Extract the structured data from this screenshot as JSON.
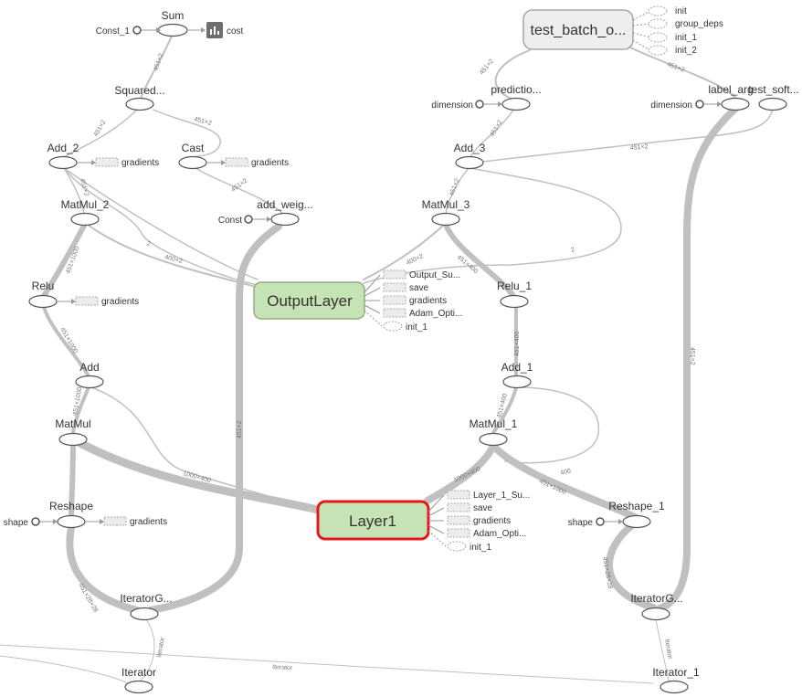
{
  "nodes": {
    "sum": "Sum",
    "const_1": "Const_1",
    "cost": "cost",
    "squared": "Squared...",
    "add_2": "Add_2",
    "cast": "Cast",
    "matmul_2": "MatMul_2",
    "add_weig": "add_weig...",
    "const": "Const",
    "relu": "Relu",
    "add": "Add",
    "matmul": "MatMul",
    "reshape": "Reshape",
    "shape_left": "shape",
    "iterator_g_left": "IteratorG...",
    "iterator": "Iterator",
    "test_batch": "test_batch_o...",
    "predictio": "predictio...",
    "dimension_1": "dimension",
    "label_arg": "label_arg",
    "test_soft": "test_soft...",
    "dimension_2": "dimension",
    "add_3": "Add_3",
    "matmul_3": "MatMul_3",
    "relu_1": "Relu_1",
    "add_1": "Add_1",
    "matmul_1": "MatMul_1",
    "reshape_1": "Reshape_1",
    "shape_right": "shape",
    "iterator_g_right": "IteratorG...",
    "iterator_1": "Iterator_1",
    "output_layer": "OutputLayer",
    "layer1": "Layer1"
  },
  "aux": {
    "gradients": "gradients",
    "test_batch_deps": [
      "init",
      "group_deps",
      "init_1",
      "init_2"
    ],
    "output_layer_deps": [
      "Output_Su...",
      "save",
      "gradients",
      "Adam_Opti...",
      "init_1"
    ],
    "layer1_deps": [
      "Layer_1_Su...",
      "save",
      "gradients",
      "Adam_Opti...",
      "init_1"
    ]
  },
  "edge_labels": {
    "sum_in": "451×2",
    "squared_add2": "451×2",
    "squared_cast": "451×2",
    "add2_matmul2": "451×2",
    "cast_addweig": "451×2",
    "matmul2_relu": "451×1000",
    "matmul2_out": "400×2",
    "out_2": "2",
    "relu_add": "451×1000",
    "add_matmul": "451×1000",
    "matmul_layer1": "1000×400",
    "reshape_iter": "451×28×28",
    "addweig_iter": "451×2",
    "iter_left": "Iterator",
    "iter_bottom": "Iterator",
    "test_pred": "451×2",
    "test_label": "451×2",
    "pred_add3": "451×2",
    "add3_matmul3": "451×2",
    "add3_label": "451×2",
    "matmul3_out": "400×2",
    "matmul3_relu1": "451×400",
    "out_add1": "2",
    "relu1_add1": "451×400",
    "add1_matmul1": "451×400",
    "matmul1_layer1": "1000×400",
    "add1_layer1": "400",
    "matmul1_reshape1": "451×1000",
    "reshape1_iter": "451×28×28",
    "iterg_iter1": "Iterator",
    "label_iter": "451×2"
  },
  "colors": {
    "module_fill": "#c5e3b4",
    "module_stroke": "#8fae7e",
    "selected_stroke": "#e5171c",
    "summary_fill": "#eeeeee",
    "edge": "#c0c0c0"
  },
  "icons": {
    "cost": "summary-bar-chart-icon"
  }
}
